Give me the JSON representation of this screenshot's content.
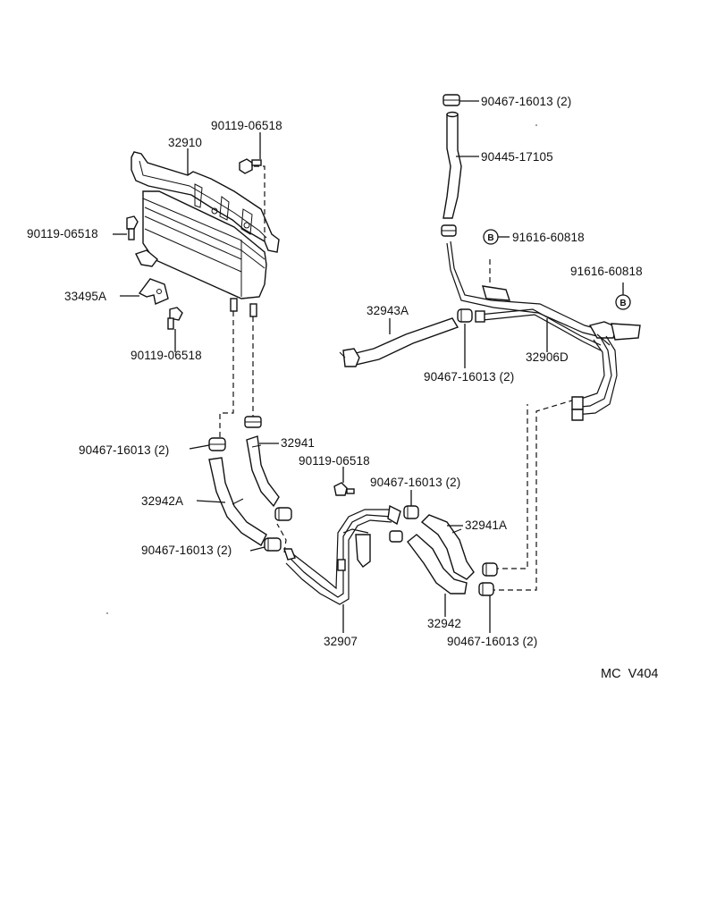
{
  "labels": {
    "clamp_top": "90467-16013 (2)",
    "hose_top": "90445-17105",
    "clip_mid": "91616-60818",
    "clip_right": "91616-60818",
    "clip_symbol": "B",
    "bolt_top": "90119-06518",
    "cooler": "32910",
    "bolt_left": "90119-06518",
    "bracket": "33495A",
    "bolt_bottom": "90119-06518",
    "hose_32943a": "32943A",
    "clamp_mid": "90467-16013 (2)",
    "pipe_32906d": "32906D",
    "clamp_left": "90467-16013 (2)",
    "hose_32941": "32941",
    "bolt_center": "90119-06518",
    "clamp_center": "90467-16013 (2)",
    "hose_32942a": "32942A",
    "hose_32941a": "32941A",
    "clamp_lower_left": "90467-16013 (2)",
    "hose_32942": "32942",
    "pipe_32907": "32907",
    "clamp_lower_right": "90467-16013 (2)",
    "diagram_code": "MC  V404"
  }
}
